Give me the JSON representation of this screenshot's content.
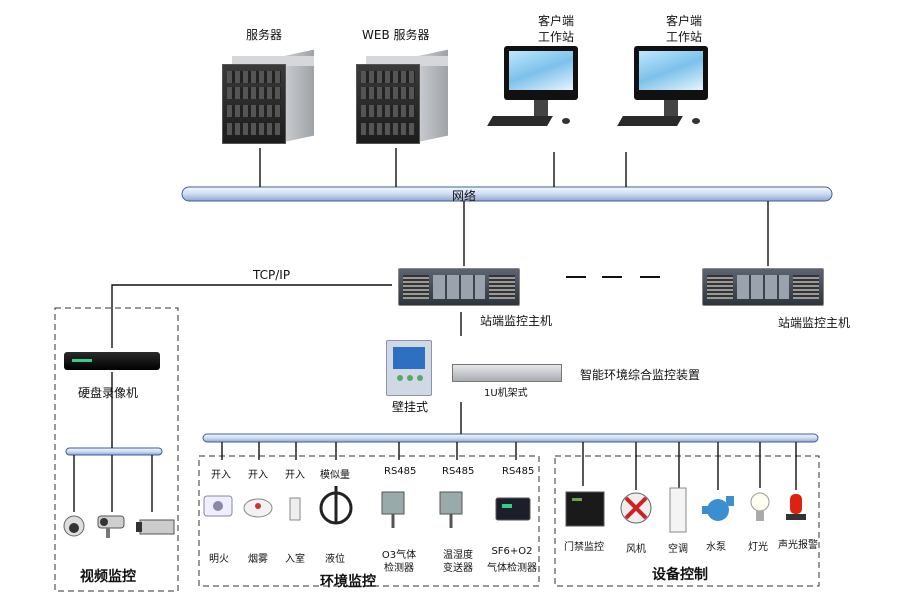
{
  "servers": {
    "server_label": "服务器",
    "web_server_label": "WEB  服务器"
  },
  "clients": {
    "client1_line1": "客户端",
    "client1_line2": "工作站",
    "client2_line1": "客户端",
    "client2_line2": "工作站"
  },
  "network_label": "网络",
  "tcpip_label": "TCP/IP",
  "hosts": {
    "host1_label": "站端监控主机",
    "host2_label": "站端监控主机"
  },
  "device": {
    "wall_label": "壁挂式",
    "rack_label": "1U机架式",
    "name": "智能环境综合监控装置"
  },
  "video": {
    "nvr_label": "硬盘录像机",
    "group_title": "视频监控"
  },
  "env": {
    "group_title": "环境监控",
    "inputs": [
      {
        "port": "开入",
        "name": "明火"
      },
      {
        "port": "开入",
        "name": "烟雾"
      },
      {
        "port": "开入",
        "name": "入室"
      },
      {
        "port": "模似量",
        "name": "液位"
      },
      {
        "port": "RS485",
        "name1": "O3气体",
        "name2": "检测器"
      },
      {
        "port": "RS485",
        "name1": "温湿度",
        "name2": "变送器"
      },
      {
        "port": "RS485",
        "name1": "SF6+O2",
        "name2": "气体检测器"
      }
    ]
  },
  "control": {
    "group_title": "设备控制",
    "items": [
      "门禁监控",
      "风机",
      "空调",
      "水泵",
      "灯光",
      "声光报警"
    ]
  },
  "colors": {
    "bus_fill": "#dbe6f5",
    "bus_stroke": "#3d5f9e"
  }
}
